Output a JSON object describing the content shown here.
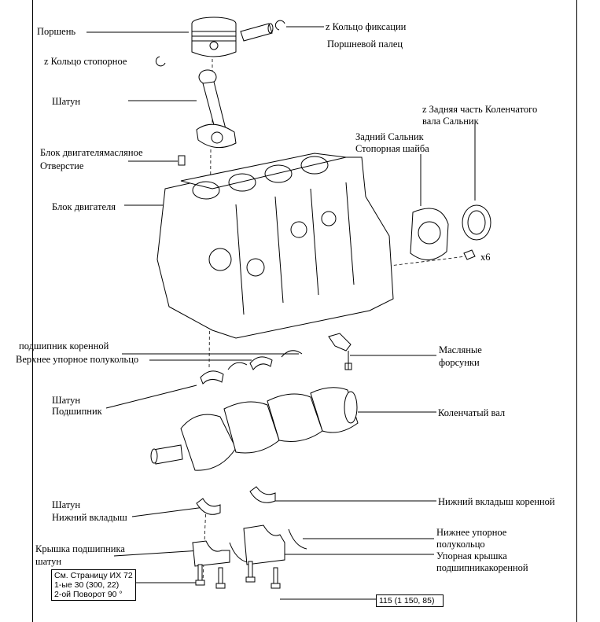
{
  "labels": {
    "piston": "Поршень",
    "snap_ring_left": "z Кольцо стопорное",
    "snap_ring_right": "z Кольцо фиксации",
    "piston_pin": "Поршневой палец",
    "connecting_rod": "Шатун",
    "oil_hole_1": "Блок двигателямасляное",
    "oil_hole_2": "Отверстие",
    "engine_block": "Блок двигателя",
    "rear_oil_seal_1": "z Задняя часть Коленчатого",
    "rear_oil_seal_2": "вала Сальник",
    "rear_retainer_1": "Задний Сальник",
    "rear_retainer_2": "Стопорная шайба",
    "x6": "x6",
    "main_bearing_1": "подшипник    коренной",
    "upper_thrust": "Верхнее упорное полукольцо",
    "oil_jets_1": "Масляные",
    "oil_jets_2": "форсунки",
    "rod_bearing_1": "Шатун",
    "rod_bearing_2": "Подшипник",
    "crankshaft": "Коленчатый вал",
    "rod_lower_1": "Шатун",
    "rod_lower_2": "Нижний вкладыш",
    "lower_main": "Нижний вкладыш коренной",
    "bearing_cap_1": "Крышка подшипника",
    "bearing_cap_2": "шатун",
    "lower_thrust_1": "Нижнее упорное",
    "lower_thrust_2": "полукольцо",
    "main_cap_1": "Упорная   крышка",
    "main_cap_2": "подшипникакоренной"
  },
  "torque_box_left": {
    "line1": "См. Страницу ИХ 72",
    "line2": "1-ые 30 (300, 22)",
    "line3": "2-ой Поворот 90 °"
  },
  "torque_box_right": {
    "line1": "115 (1 150, 85)"
  }
}
